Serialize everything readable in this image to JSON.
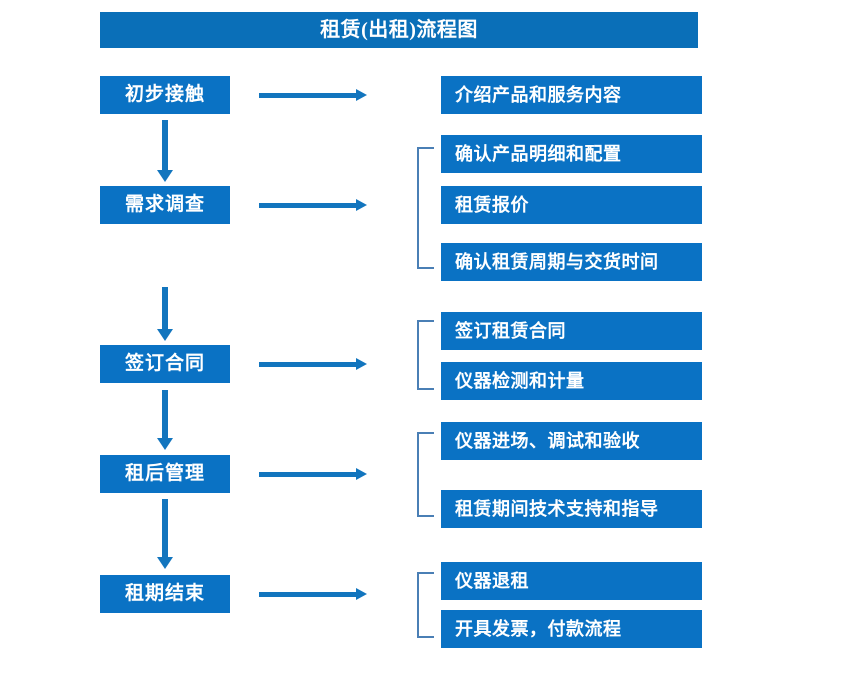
{
  "diagram": {
    "title": "租赁(出租)流程图",
    "colors": {
      "title_bar": "#0A6FB8",
      "box_fill": "#0A72C4",
      "box_text": "#FFFFFF",
      "arrow": "#1275BE",
      "bracket": "#4A7FB5",
      "background": "#FFFFFF"
    },
    "stages": [
      {
        "id": "stage-1",
        "label": "初步接触",
        "details": [
          "介绍产品和服务内容"
        ],
        "bracketed": false
      },
      {
        "id": "stage-2",
        "label": "需求调查",
        "details": [
          "确认产品明细和配置",
          "租赁报价",
          "确认租赁周期与交货时间"
        ],
        "bracketed": true
      },
      {
        "id": "stage-3",
        "label": "签订合同",
        "details": [
          "签订租赁合同",
          "仪器检测和计量"
        ],
        "bracketed": true
      },
      {
        "id": "stage-4",
        "label": "租后管理",
        "details": [
          "仪器进场、调试和验收",
          "租赁期间技术支持和指导"
        ],
        "bracketed": true
      },
      {
        "id": "stage-5",
        "label": "租期结束",
        "details": [
          "仪器退租",
          "开具发票，付款流程"
        ],
        "bracketed": true
      }
    ],
    "detail_boxes": [
      "介绍产品和服务内容",
      "确认产品明细和配置",
      "租赁报价",
      "确认租赁周期与交货时间",
      "签订租赁合同",
      "仪器检测和计量",
      "仪器进场、调试和验收",
      "租赁期间技术支持和指导",
      "仪器退租",
      "开具发票，付款流程"
    ],
    "flow_sequence": [
      "初步接触",
      "需求调查",
      "签订合同",
      "租后管理",
      "租期结束"
    ]
  }
}
